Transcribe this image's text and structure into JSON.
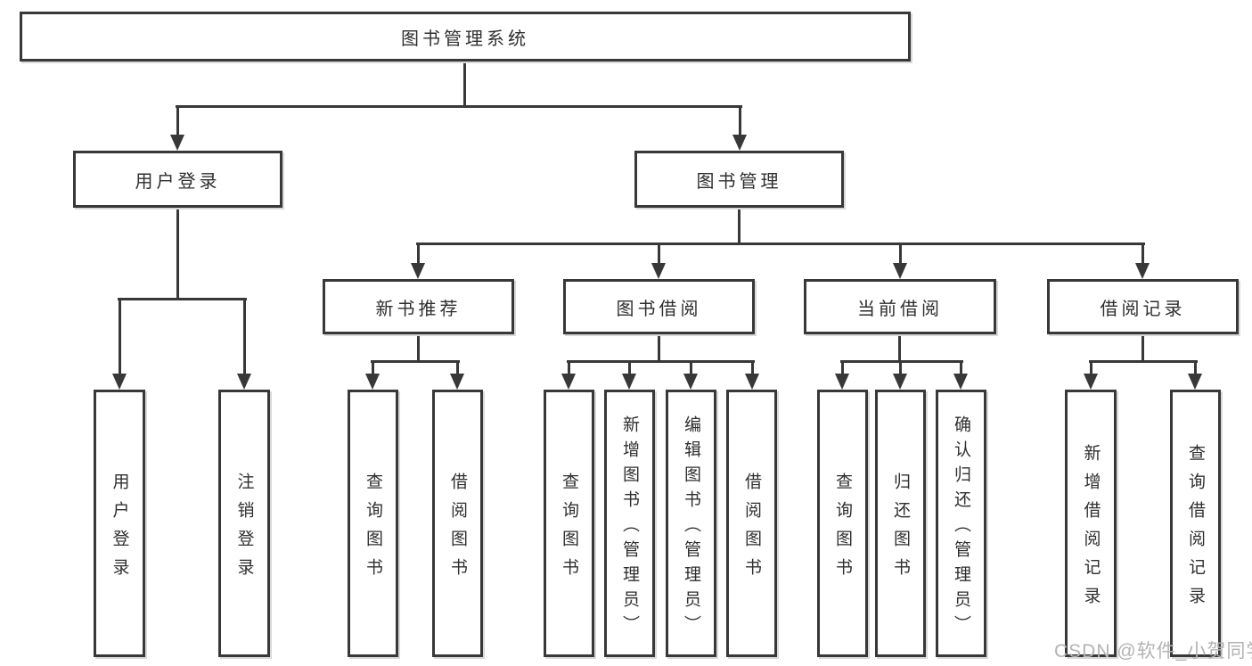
{
  "tree": {
    "label": "图书管理系统",
    "children": [
      {
        "label": "用户登录",
        "children": [
          {
            "label": "用户登录"
          },
          {
            "label": "注销登录"
          }
        ]
      },
      {
        "label": "图书管理",
        "children": [
          {
            "label": "新书推荐",
            "children": [
              {
                "label": "查询图书"
              },
              {
                "label": "借阅图书"
              }
            ]
          },
          {
            "label": "图书借阅",
            "children": [
              {
                "label": "查询图书"
              },
              {
                "label": "新增图书（管理员）"
              },
              {
                "label": "编辑图书（管理员）"
              },
              {
                "label": "借阅图书"
              }
            ]
          },
          {
            "label": "当前借阅",
            "children": [
              {
                "label": "查询图书"
              },
              {
                "label": "归还图书"
              },
              {
                "label": "确认归还（管理员）"
              }
            ]
          },
          {
            "label": "借阅记录",
            "children": [
              {
                "label": "新增借阅记录"
              },
              {
                "label": "查询借阅记录"
              }
            ]
          }
        ]
      }
    ]
  },
  "watermark": {
    "text": "CSDN @软件_小贺同学"
  },
  "colors": {
    "line": "#383838",
    "text": "#2f2f2f",
    "watermark": "#b3b3b3",
    "background": "#ffffff"
  }
}
